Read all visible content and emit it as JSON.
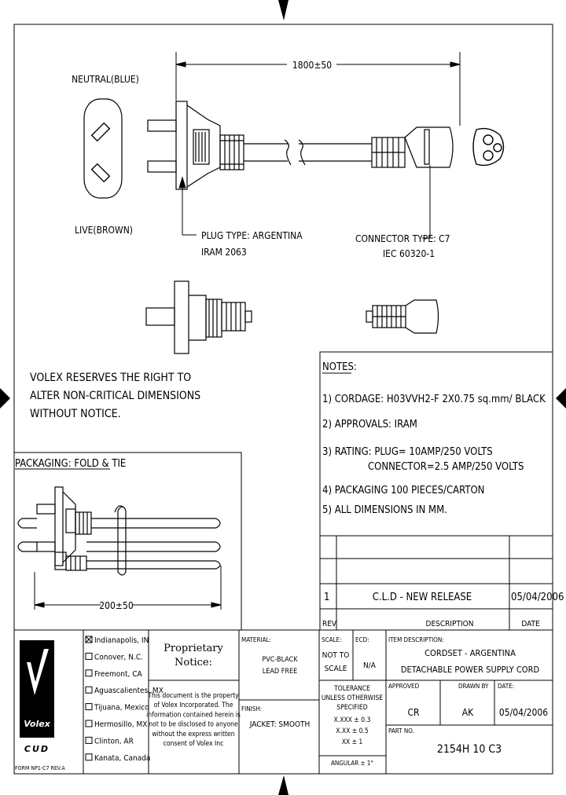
{
  "drawing": {
    "length_dim": "1800±50",
    "neutral_label": "NEUTRAL(BLUE)",
    "live_label": "LIVE(BROWN)",
    "plug_type_line1": "PLUG TYPE: ARGENTINA",
    "plug_type_line2": "IRAM 2063",
    "connector_type_line1": "CONNECTOR TYPE: C7",
    "connector_type_line2": "IEC 60320-1",
    "reserve_line1": "VOLEX RESERVES THE RIGHT TO",
    "reserve_line2": "ALTER NON-CRITICAL DIMENSIONS",
    "reserve_line3": "WITHOUT NOTICE.",
    "packaging_title": "PACKAGING: FOLD & TIE",
    "packaging_dim": "200±50"
  },
  "notes": {
    "title": "NOTES:",
    "n1": "1) CORDAGE: H03VVH2-F  2X0.75 sq.mm/ BLACK",
    "n2": "2) APPROVALS: IRAM",
    "n3a": "3) RATING: PLUG= 10AMP/250 VOLTS",
    "n3b": "CONNECTOR=2.5 AMP/250 VOLTS",
    "n4": "4) PACKAGING 100 PIECES/CARTON",
    "n5": "5) ALL DIMENSIONS IN MM."
  },
  "revision": {
    "rev": "1",
    "description": "C.L.D - NEW RELEASE",
    "date": "05/04/2006",
    "h_rev": "REV",
    "h_description": "DESCRIPTION",
    "h_date": "DATE"
  },
  "title_block": {
    "logo_word": "Volex",
    "logo_sub": "CUD",
    "form": "FORM NP1-C7 REV.A",
    "locations": [
      {
        "label": "Indianapolis, IN",
        "checked": true
      },
      {
        "label": "Conover, N.C.",
        "checked": false
      },
      {
        "label": "Freemont, CA",
        "checked": false
      },
      {
        "label": "Aguascalientes, MX",
        "checked": false
      },
      {
        "label": "Tijuana, Mexico",
        "checked": false
      },
      {
        "label": "Hermosillo, MX",
        "checked": false
      },
      {
        "label": "Clinton, AR",
        "checked": false
      },
      {
        "label": "Kanata, Canada",
        "checked": false
      }
    ],
    "proprietary_1": "Proprietary",
    "proprietary_2": "Notice:",
    "notice_lines": [
      "This document is the property",
      "of Volex Incorporated.  The",
      "information contained herein is",
      "not to be disclosed to anyone",
      "without the express written",
      "consent of Volex Inc"
    ],
    "material_label": "MATERIAL:",
    "material_1": "PVC-BLACK",
    "material_2": "LEAD FREE",
    "finish_label": "FINISH:",
    "finish_value": "JACKET: SMOOTH",
    "scale_label": "SCALE:",
    "scale_1": "NOT TO",
    "scale_2": "SCALE",
    "ecd_label": "ECD:",
    "ecd_value": "N/A",
    "tolerance_lines": [
      "TOLERANCE",
      "UNLESS OTHERWISE",
      "SPECIFIED",
      "X.XXX ± 0.3",
      "X.XX ± 0.5",
      "XX ± 1"
    ],
    "angular": "ANGULAR ± 1°",
    "item_desc_label": "ITEM DESCRIPTION:",
    "item_desc_1": "CORDSET - ARGENTINA",
    "item_desc_2": "DETACHABLE POWER SUPPLY CORD",
    "approved_label": "APPROVED",
    "approved_value": "CR",
    "drawn_label": "DRAWN BY",
    "drawn_value": "AK",
    "date_label": "DATE:",
    "date_value": "05/04/2006",
    "part_label": "PART NO.",
    "part_value": "2154H 10 C3"
  }
}
